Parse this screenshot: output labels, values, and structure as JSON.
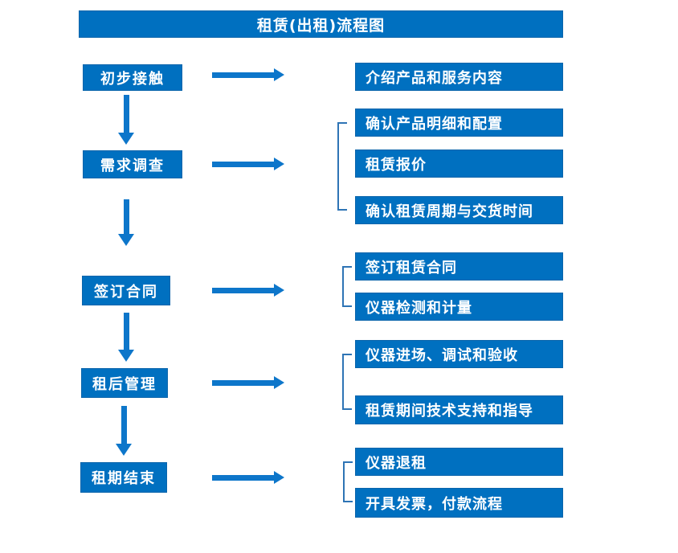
{
  "title": "租赁(出租)流程图",
  "colors": {
    "box_fill": "#0070C0",
    "arrow": "#0D76CA",
    "bracket": "#2E74B5",
    "text": "#FFFFFF",
    "background": "#FFFFFF"
  },
  "steps": [
    {
      "label": "初步接触",
      "outputs": [
        "介绍产品和服务内容"
      ]
    },
    {
      "label": "需求调查",
      "outputs": [
        "确认产品明细和配置",
        "租赁报价",
        "确认租赁周期与交货时间"
      ]
    },
    {
      "label": "签订合同",
      "outputs": [
        "签订租赁合同",
        "仪器检测和计量"
      ]
    },
    {
      "label": "租后管理",
      "outputs": [
        "仪器进场、调试和验收",
        "租赁期间技术支持和指导"
      ]
    },
    {
      "label": "租期结束",
      "outputs": [
        "仪器退租",
        "开具发票，付款流程"
      ]
    }
  ]
}
